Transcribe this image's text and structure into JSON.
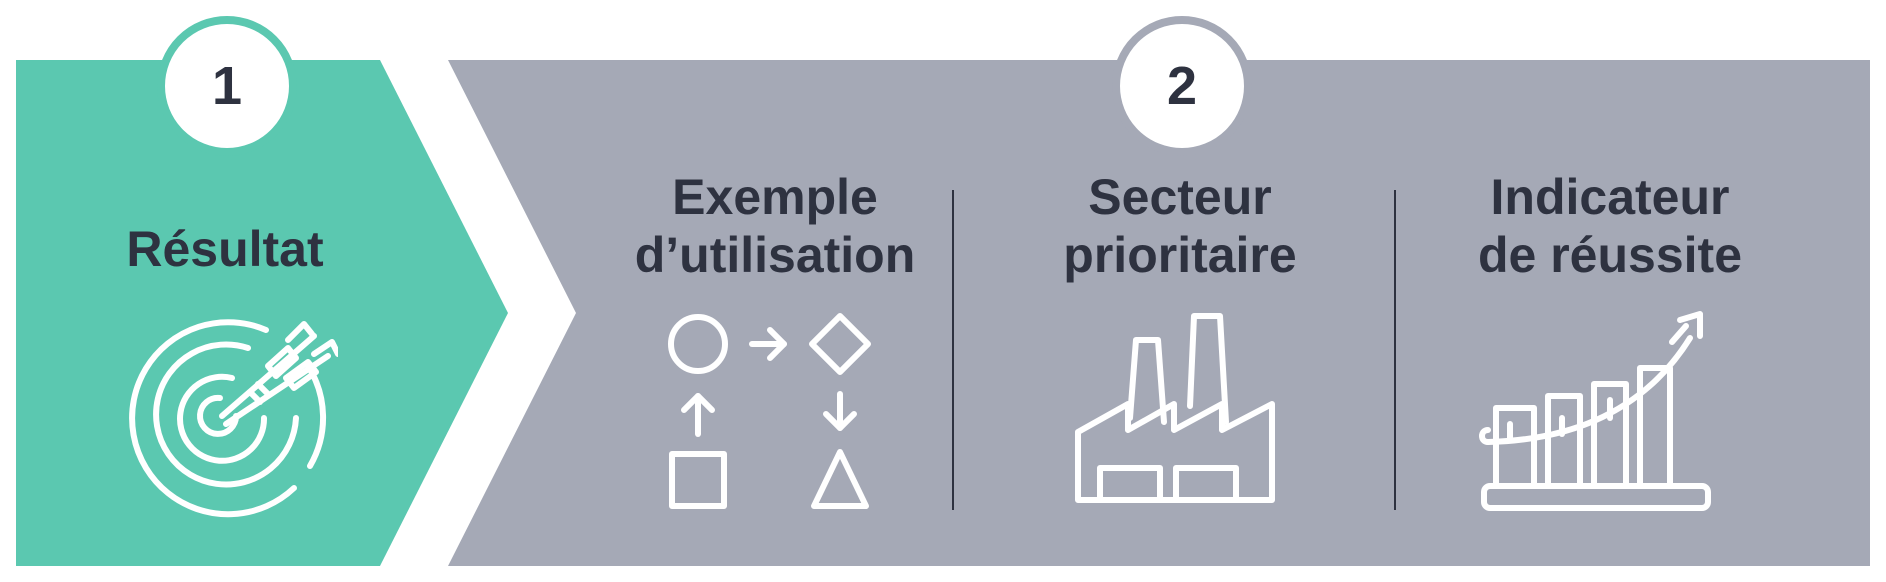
{
  "colors": {
    "green": "#5bc8b0",
    "gray": "#a5a9b6",
    "dark_text": "#2e3240",
    "white": "#ffffff"
  },
  "steps": [
    {
      "number": "1",
      "labels": [
        "Résultat"
      ],
      "icon": "target-arrows-icon"
    },
    {
      "number": "2",
      "labels": [
        "Exemple\nd’utilisation",
        "Secteur\nprioritaire",
        "Indicateur\nde réussite"
      ],
      "icons": [
        "workflow-shapes-icon",
        "factory-icon",
        "growth-chart-icon"
      ]
    }
  ]
}
